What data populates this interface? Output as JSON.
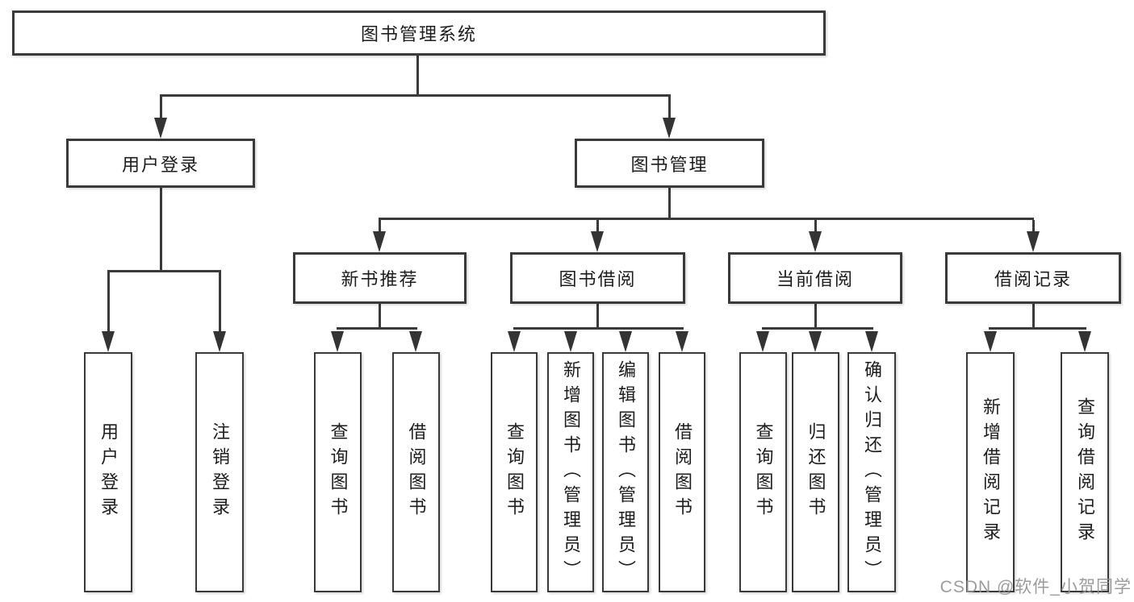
{
  "diagram": {
    "watermark": "CSDN @软件_小贺同学",
    "colors": {
      "line": "#3a3a3a",
      "text": "#1d1d1d",
      "box_fill": "#ffffff",
      "watermark": "#949494",
      "background": "#ffffff"
    },
    "tree": {
      "label": "图书管理系统",
      "children": [
        {
          "label": "用户登录",
          "children": [
            {
              "label": "用户登录"
            },
            {
              "label": "注销登录"
            }
          ]
        },
        {
          "label": "图书管理",
          "children": [
            {
              "label": "新书推荐",
              "children": [
                {
                  "label": "查询图书"
                },
                {
                  "label": "借阅图书"
                }
              ]
            },
            {
              "label": "图书借阅",
              "children": [
                {
                  "label": "查询图书"
                },
                {
                  "label": "新增图书（管理员）"
                },
                {
                  "label": "编辑图书（管理员）"
                },
                {
                  "label": "借阅图书"
                }
              ]
            },
            {
              "label": "当前借阅",
              "children": [
                {
                  "label": "查询图书"
                },
                {
                  "label": "归还图书"
                },
                {
                  "label": "确认归还（管理员）"
                }
              ]
            },
            {
              "label": "借阅记录",
              "children": [
                {
                  "label": "新增借阅记录"
                },
                {
                  "label": "查询借阅记录"
                }
              ]
            }
          ]
        }
      ]
    }
  }
}
